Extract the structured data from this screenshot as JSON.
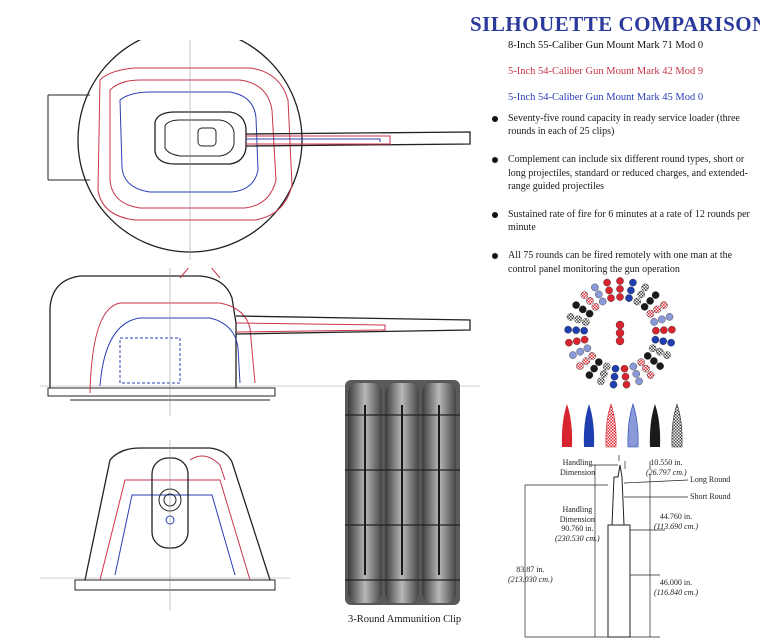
{
  "title": "SILHOUETTE COMPARISON",
  "legend": [
    {
      "label": "8-Inch 55-Caliber Gun Mount Mark 71 Mod 0",
      "color": "#111111"
    },
    {
      "label": "5-Inch 54-Caliber Gun Mount Mark 42 Mod 9",
      "color": "#c8354a"
    },
    {
      "label": "5-Inch 54-Caliber Gun Mount Mark 45 Mod 0",
      "color": "#2a3fb5"
    }
  ],
  "bullets": [
    "Seventy-five round capacity in ready service loader (three rounds in each of 25 clips)",
    "Complement can include six different round types, short or long projectiles, standard or reduced charges, and extended-range guided projectiles",
    "Sustained rate of fire for 6 minutes at a rate of 12 rounds per minute",
    "All 75 rounds can be fired remotely with one man at the control panel monitoring the gun operation"
  ],
  "caption": "3-Round Ammunition Clip",
  "round_colors": [
    "#d8242e",
    "#1f3fb0",
    "#8a9ad8",
    "#1a1a1a",
    "#b5b5b5"
  ],
  "dimensions": {
    "handling_top_label": "Handling",
    "handling_top_label2": "Dimension",
    "top_in": "10.550 in.",
    "top_cm": "(26.797 cm.)",
    "long_round": "Long Round",
    "short_round": "Short Round",
    "handling_label": "Handling",
    "handling_label2": "Dimension",
    "handling_in": "90.760 in.",
    "handling_cm": "(230.530 cm.)",
    "mid_in": "44.760 in.",
    "mid_cm": "(113.690 cm.)",
    "total_in": "83.87 in.",
    "total_cm": "(213.030 cm.)",
    "low_in": "46.000 in.",
    "low_cm": "(116.840 cm.)"
  }
}
